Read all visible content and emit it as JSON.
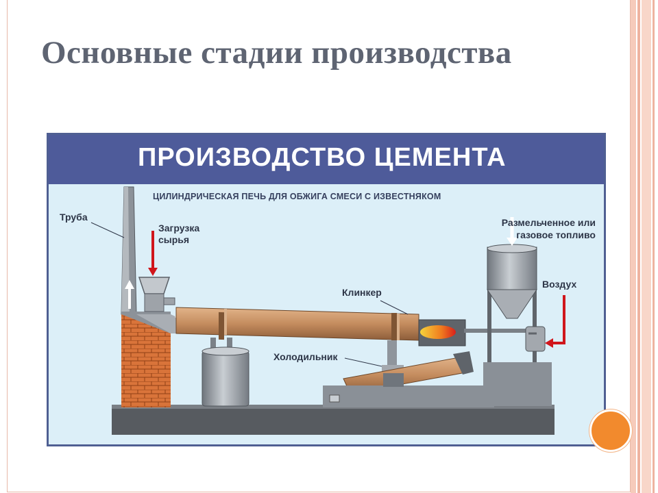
{
  "slide": {
    "title": "Основные стадии производства"
  },
  "diagram": {
    "title": "ПРОИЗВОДСТВО ЦЕМЕНТА",
    "subtitle": "ЦИЛИНДРИЧЕСКАЯ ПЕЧЬ ДЛЯ ОБЖИГА СМЕСИ С ИЗВЕСТНЯКОМ",
    "labels": {
      "pipe": "Труба",
      "feed_line1": "Загрузка",
      "feed_line2": "сырья",
      "fuel_line1": "Размельченное или",
      "fuel_line2": "газовое топливо",
      "clinker": "Клинкер",
      "air": "Воздух",
      "cooler": "Холодильник"
    }
  },
  "colors": {
    "header_bg": "#4e5b9a",
    "diagram_bg": "#dceff8",
    "brick": "#d9743a",
    "kiln": "#c9966a",
    "steel": "#8f959c",
    "base": "#5a5e63",
    "arrow_red": "#d0161c",
    "accent_orange": "#f28a2d"
  }
}
